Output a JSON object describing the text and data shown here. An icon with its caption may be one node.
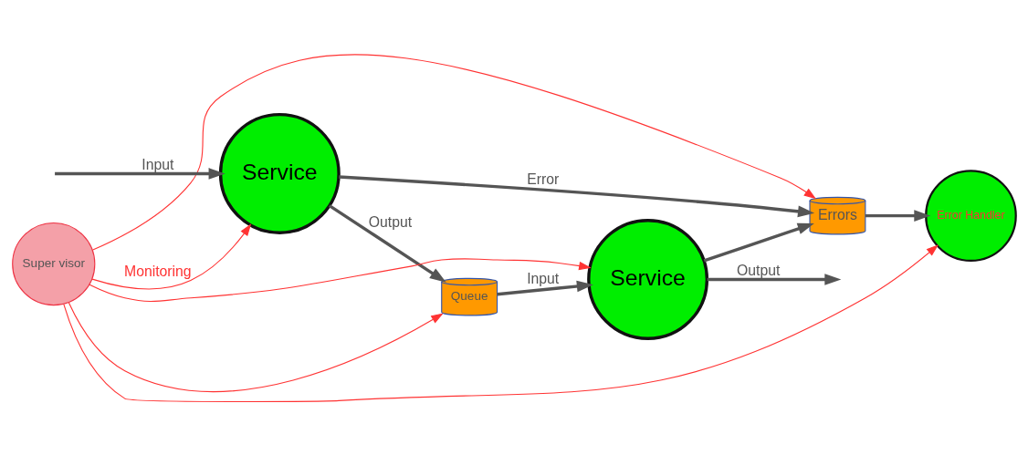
{
  "diagram": {
    "nodes": [
      {
        "text": [
          "Service"
        ]
      },
      {
        "text": [
          "Queue"
        ]
      },
      {
        "text": [
          "Service"
        ]
      },
      {
        "text": [
          "Errors"
        ]
      },
      {
        "text": [
          "Error Handler"
        ]
      },
      {
        "text": [
          "Super visor"
        ]
      }
    ],
    "edges": [
      {
        "from": null,
        "to": 0,
        "arrow": "to",
        "label": "Input"
      },
      {
        "from": 0,
        "to": 1,
        "arrow": "to",
        "label": "Output"
      },
      {
        "from": 1,
        "to": 2,
        "arrow": "to",
        "label": "Input"
      },
      {
        "from": 2,
        "to": null,
        "arrow": "to",
        "label": "Output"
      },
      {
        "from": 0,
        "to": 3,
        "arrow": "to",
        "label": "Error"
      },
      {
        "from": 2,
        "to": 3,
        "arrow": "to"
      },
      {
        "from": 3,
        "to": 4,
        "arrow": "to"
      },
      {
        "from": 5,
        "to": 0,
        "arrow": "to",
        "label": "Monitoring",
        "color": "#ff3333"
      },
      {
        "from": 5,
        "to": 1,
        "arrow": "to",
        "color": "#ff3333"
      },
      {
        "from": 5,
        "to": 2,
        "arrow": "to",
        "color": "#ff3333"
      },
      {
        "from": 5,
        "to": 3,
        "arrow": "to",
        "color": "#ff3333"
      },
      {
        "from": 5,
        "to": 4,
        "arrow": "to",
        "color": "#ff3333"
      }
    ]
  }
}
